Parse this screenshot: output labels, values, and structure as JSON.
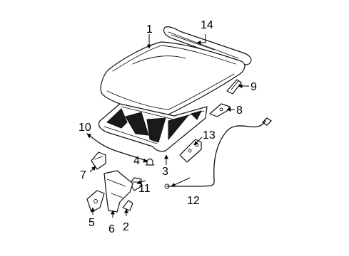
{
  "colors": {
    "line": "#111111",
    "background": "#ffffff"
  },
  "callouts": {
    "c1": "1",
    "c2": "2",
    "c3": "3",
    "c4": "4",
    "c5": "5",
    "c6": "6",
    "c7": "7",
    "c8": "8",
    "c9": "9",
    "c10": "10",
    "c11": "11",
    "c12": "12",
    "c13": "13",
    "c14": "14"
  }
}
